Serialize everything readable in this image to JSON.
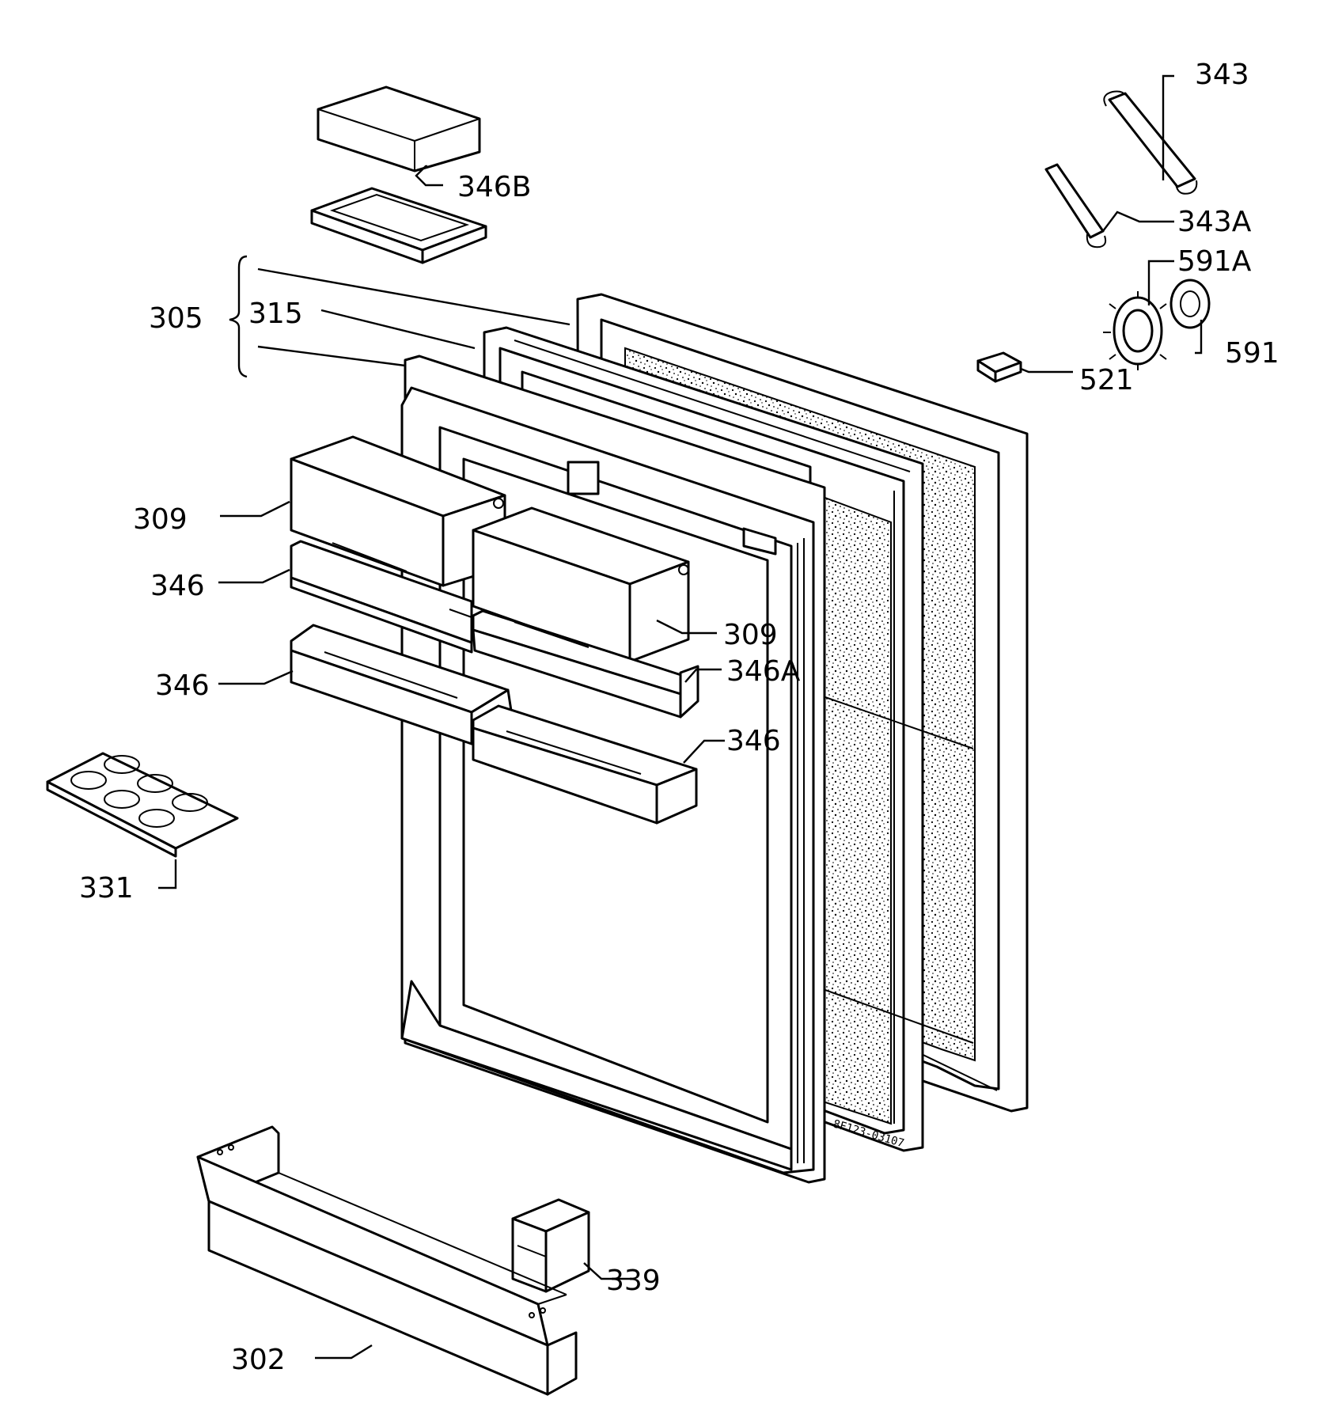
{
  "diagram": {
    "drawing_code": "8F123-03107",
    "labels": {
      "p343": "343",
      "p346B": "346B",
      "p343A": "343A",
      "p591A": "591A",
      "p305": "305",
      "p315": "315",
      "p591": "591",
      "p521": "521",
      "p309a": "309",
      "p346a": "346",
      "p309b": "309",
      "p346A": "346A",
      "p346b": "346",
      "p346c": "346",
      "p331": "331",
      "p339": "339",
      "p302": "302"
    }
  }
}
